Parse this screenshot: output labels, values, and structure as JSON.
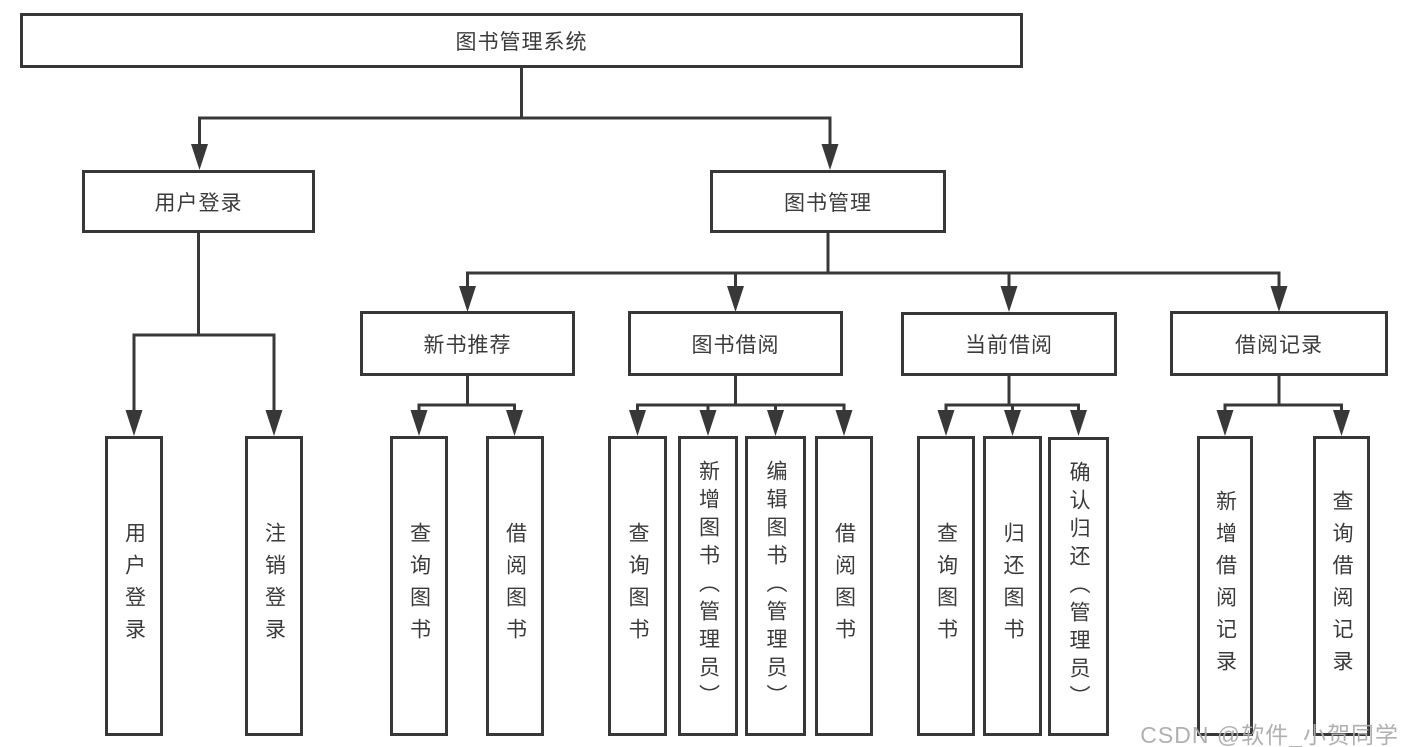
{
  "diagram": {
    "root": {
      "label": "图书管理系统"
    },
    "branches": [
      {
        "label": "用户登录",
        "children": [
          {
            "label": "用户登录"
          },
          {
            "label": "注销登录"
          }
        ]
      },
      {
        "label": "图书管理",
        "children": [
          {
            "label": "新书推荐",
            "children": [
              {
                "label": "查询图书"
              },
              {
                "label": "借阅图书"
              }
            ]
          },
          {
            "label": "图书借阅",
            "children": [
              {
                "label": "查询图书"
              },
              {
                "label": "新增图书（管理员）"
              },
              {
                "label": "编辑图书（管理员）"
              },
              {
                "label": "借阅图书"
              }
            ]
          },
          {
            "label": "当前借阅",
            "children": [
              {
                "label": "查询图书"
              },
              {
                "label": "归还图书"
              },
              {
                "label": "确认归还（管理员）"
              }
            ]
          },
          {
            "label": "借阅记录",
            "children": [
              {
                "label": "新增借阅记录"
              },
              {
                "label": "查询借阅记录"
              }
            ]
          }
        ]
      }
    ]
  },
  "watermark": {
    "text": "CSDN @软件_小贺同学"
  },
  "colors": {
    "line": "#383838",
    "border": "#373737",
    "text": "#3b3b3b",
    "watermark": "#acacac",
    "background": "#ffffff"
  }
}
